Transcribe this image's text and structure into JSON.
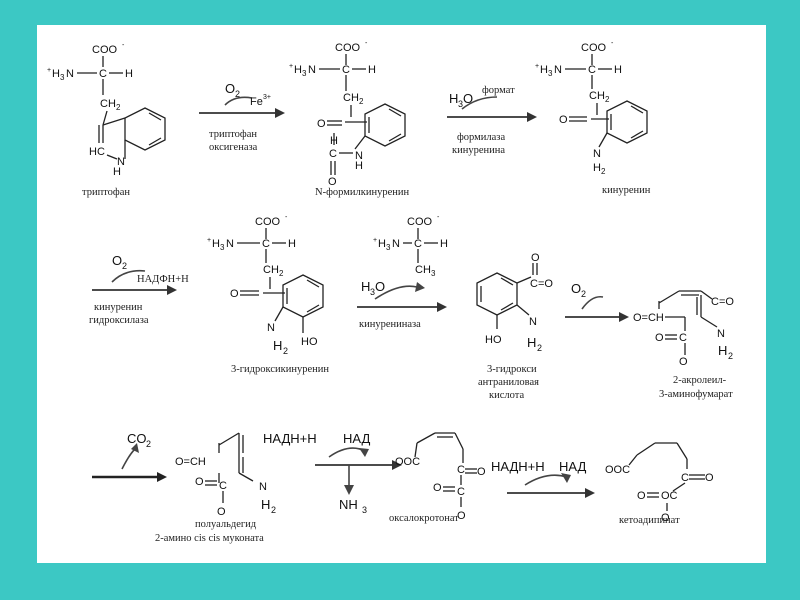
{
  "atoms": {
    "coo": "COO",
    "minus": "-",
    "h3n_plus": "+",
    "h3n": "H",
    "h3n_sub": "3",
    "n": "N",
    "c": "C",
    "h": "H",
    "ch": "CH",
    "ch_sub2": "2",
    "ch_sub3": "3",
    "o": "O",
    "hc": "HC",
    "ho": "HO",
    "c_dbl_o": "C=O",
    "ooc": "OOC",
    "o_eq_ch": "O=CH",
    "oc": "OC",
    "o2": "O",
    "o2_sub": "2",
    "fe": "Fe",
    "fe_sup": "3+",
    "h2o": "H",
    "h2o_o": "O",
    "h2n": "N",
    "h2": "H",
    "h2_sub": "2",
    "co2": "CO",
    "nh3": "NH",
    "n_sub3": "3",
    "nadh": "НАДН+Н",
    "nad": "НАД",
    "nadfh": "НАДФН+Н"
  },
  "compounds": {
    "tryptophan": "триптофан",
    "n_formylkynurenine": "N-формилкинуренин",
    "kynurenine": "кинуренин",
    "hydroxykynurenine": "3-гидроксикинуренин",
    "hydroxyanthranilic_1": "3-гидрокси",
    "hydroxyanthranilic_2": "антраниловая",
    "hydroxyanthranilic_3": "кислота",
    "acrolein_1": "2-акролеил-",
    "acrolein_2": "3-аминофумарат",
    "semialdehyde_1": "полуальдегид",
    "semialdehyde_2": "2-амино cis cis муконата",
    "oxalocrotonate": "оксалокротонат",
    "ketoadipinate": "кетоадипинат"
  },
  "enzymes": {
    "trp_oxygenase_1": "триптофан",
    "trp_oxygenase_2": "оксигеназа",
    "formamidase_1": "формилаза",
    "formamidase_2": "кинуренина",
    "kyn_hydroxylase_1": "кинуренин",
    "kyn_hydroxylase_2": "гидроксилаза",
    "kynureninase": "кинурениназа"
  },
  "cofactors": {
    "formate": "формат"
  }
}
